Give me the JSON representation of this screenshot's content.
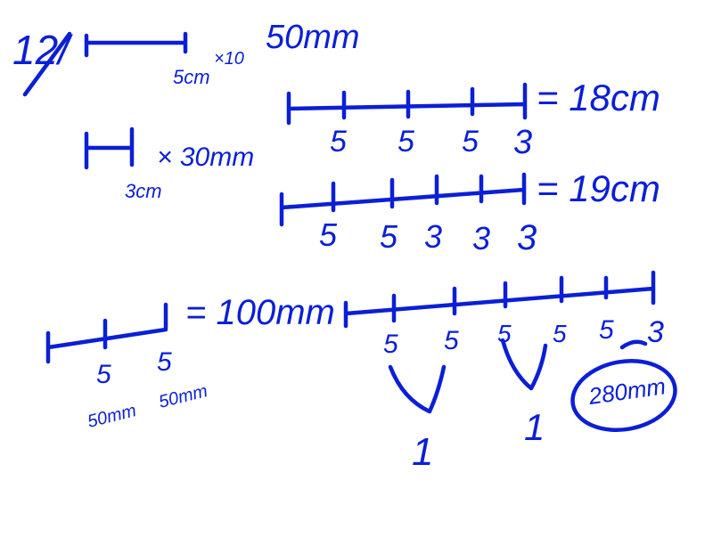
{
  "ink_color": "#0a1fd6",
  "background": "#ffffff",
  "question_number": "12/",
  "bar_unit": {
    "length_label": "5cm",
    "times_label": "×10",
    "result": "50mm"
  },
  "bar_small": {
    "times_label": "× 30mm",
    "length_label": "3cm"
  },
  "line_18": {
    "labels": [
      "5",
      "5",
      "5",
      "3"
    ],
    "total": "= 18cm"
  },
  "line_19": {
    "labels": [
      "5",
      "5",
      "3",
      "3",
      "3"
    ],
    "total": "= 19cm"
  },
  "line_100": {
    "labels": [
      "5",
      "5"
    ],
    "sub_labels": [
      "50mm",
      "50mm"
    ],
    "total": "= 100mm"
  },
  "line_280": {
    "labels": [
      "5",
      "5",
      "5",
      "5",
      "5",
      "3"
    ],
    "pair_marks": [
      "1",
      "1"
    ],
    "answer": "280mm"
  }
}
